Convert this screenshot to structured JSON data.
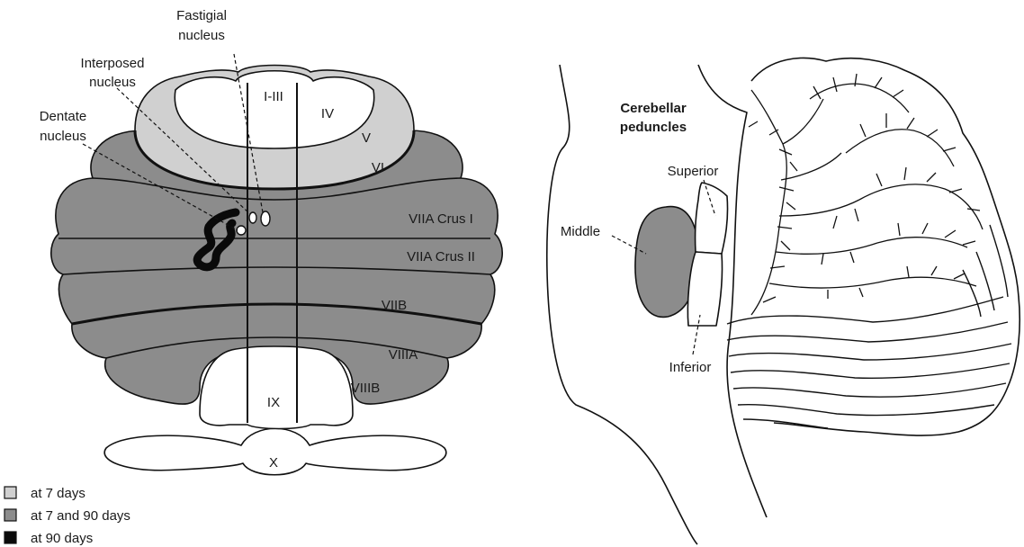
{
  "colors": {
    "at_7_days": "#d0d0d0",
    "at_7_and_90_days": "#8c8c8c",
    "at_90_days": "#0a0a0a",
    "outline": "#111111"
  },
  "left_panel": {
    "callouts": {
      "fastigial_1": "Fastigial",
      "fastigial_2": "nucleus",
      "interposed_1": "Interposed",
      "interposed_2": "nucleus",
      "dentate_1": "Dentate",
      "dentate_2": "nucleus"
    },
    "lobules": {
      "i_iii": "I-III",
      "iv": "IV",
      "v": "V",
      "vi": "VI",
      "crus1": "VIIA Crus I",
      "crus2": "VIIA Crus II",
      "viib": "VIIB",
      "viiia": "VIIIA",
      "viiib": "VIIIB",
      "ix": "IX",
      "x": "X"
    }
  },
  "legend": [
    {
      "label": "at 7 days",
      "color": "#d0d0d0"
    },
    {
      "label": "at 7 and 90 days",
      "color": "#8c8c8c"
    },
    {
      "label": "at 90 days",
      "color": "#0a0a0a"
    }
  ],
  "right_panel": {
    "title_1": "Cerebellar",
    "title_2": "peduncles",
    "superior": "Superior",
    "middle": "Middle",
    "inferior": "Inferior"
  }
}
